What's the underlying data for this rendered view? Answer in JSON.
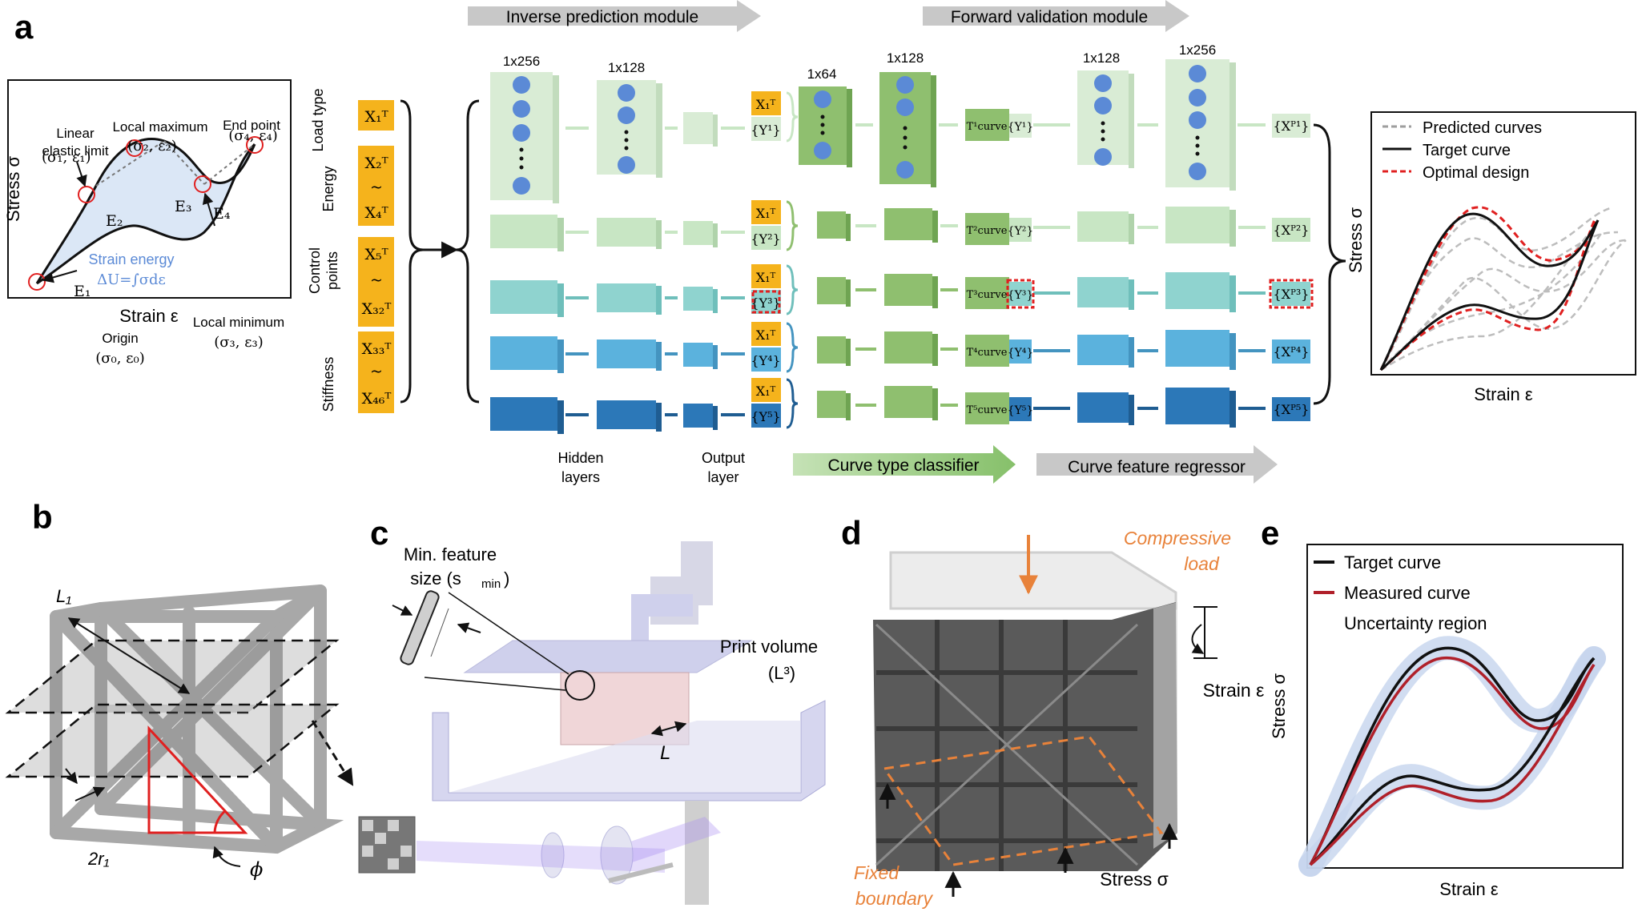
{
  "panel_a": {
    "letter": "a",
    "curve": {
      "ylabel": "Stress σ",
      "xlabel": "Strain ε",
      "linear_elastic_1": "Linear",
      "linear_elastic_2": "elastic limit",
      "p1": "(σ₁, ε₁)",
      "local_max": "Local maximum",
      "p2": "(σ₂, ε₂)",
      "end_point": "End point",
      "p4": "(σ₄, ε₄)",
      "E2": "E₂",
      "E3": "E₃",
      "E4": "E₄",
      "E1": "E₁",
      "strain_energy": "Strain energy",
      "delta_u": "ΔU=∫σdε",
      "local_min": "Local minimum",
      "p3": "(σ₃, ε₃)",
      "origin": "Origin",
      "p0": "(σ₀, ε₀)"
    },
    "inputs": {
      "load_type": "Load type",
      "energy": "Energy",
      "control_points_1": "Control",
      "control_points_2": "points",
      "stiffness": "Stiffness",
      "x1": "X₁ᵀ",
      "x2": "X₂ᵀ",
      "x4": "X₄ᵀ",
      "x5": "X₅ᵀ",
      "x32": "X₃₂ᵀ",
      "x33": "X₃₃ᵀ",
      "x46": "X₄₆ᵀ",
      "tilde": "~"
    },
    "modules": {
      "inverse": "Inverse prediction module",
      "forward": "Forward validation module",
      "classifier": "Curve type classifier",
      "regressor": "Curve feature regressor"
    },
    "sizes": {
      "s256a": "1x256",
      "s128a": "1x128",
      "s64": "1x64",
      "s128b": "1x128",
      "s128c": "1x128",
      "s256b": "1x256"
    },
    "layer_labels": {
      "hidden_1": "Hidden",
      "hidden_2": "layers",
      "output_1": "Output",
      "output_2": "layer"
    },
    "rows": [
      {
        "x": "X₁ᵀ",
        "y": "{Y¹}",
        "t": "T¹curve",
        "ty": "{Y¹}",
        "xp": "{Xᴾ¹}"
      },
      {
        "x": "X₁ᵀ",
        "y": "{Y²}",
        "t": "T²curve",
        "ty": "{Y²}",
        "xp": "{Xᴾ²}"
      },
      {
        "x": "X₁ᵀ",
        "y": "{Y³}",
        "t": "T³curve",
        "ty": "{Y³}",
        "xp": "{Xᴾ³}"
      },
      {
        "x": "X₁ᵀ",
        "y": "{Y⁴}",
        "t": "T⁴curve",
        "ty": "{Y⁴}",
        "xp": "{Xᴾ⁴}"
      },
      {
        "x": "X₁ᵀ",
        "y": "{Y⁵}",
        "t": "T⁵curve",
        "ty": "{Y⁵}",
        "xp": "{Xᴾ⁵}"
      }
    ],
    "result": {
      "legend_predicted": "Predicted curves",
      "legend_target": "Target curve",
      "legend_optimal": "Optimal design",
      "ylabel": "Stress σ",
      "xlabel": "Strain ε"
    }
  },
  "panel_b": {
    "letter": "b",
    "L1": "L₁",
    "r1": "2r₁",
    "phi": "ϕ"
  },
  "panel_c": {
    "letter": "c",
    "min_feature_1": "Min. feature",
    "min_feature_2": "size (s",
    "min_sub": "min",
    "min_close": ")",
    "print_volume": "Print volume",
    "print_l3": "(L³)",
    "L": "L"
  },
  "panel_d": {
    "letter": "d",
    "compressive_1": "Compressive",
    "compressive_2": "load",
    "strain": "Strain ε",
    "stress": "Stress σ",
    "fixed_1": "Fixed",
    "fixed_2": "boundary"
  },
  "panel_e": {
    "letter": "e",
    "legend_target": "Target curve",
    "legend_measured": "Measured curve",
    "legend_uncertainty": "Uncertainty region",
    "ylabel": "Stress σ",
    "xlabel": "Strain ε"
  },
  "colors": {
    "orange_box": "#f5b31c",
    "row1": "#d9ecd5",
    "row2": "#c8e6c4",
    "row3": "#8fd3cf",
    "row4": "#5bb2dd",
    "row5": "#2c78b8",
    "green": "#8fbf6f",
    "node": "#5b8ad6",
    "red": "#e02020",
    "orange": "#e8823a",
    "maroon": "#b0202a"
  }
}
